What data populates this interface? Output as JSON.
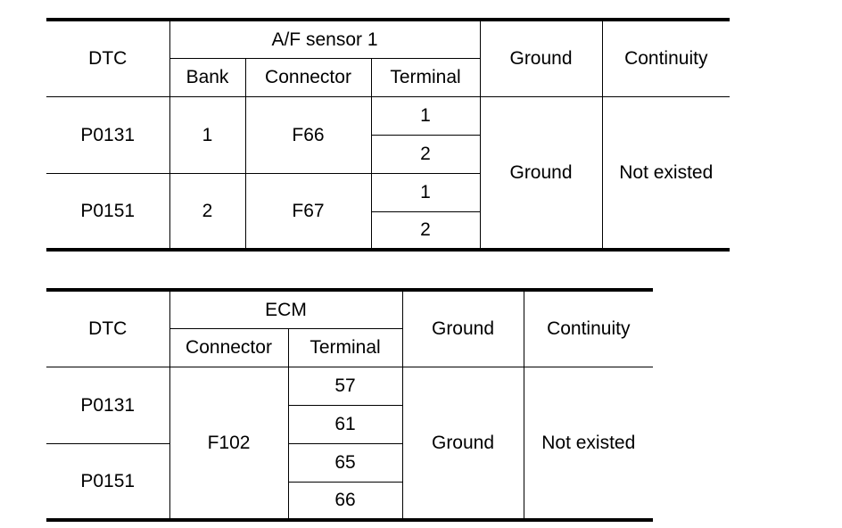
{
  "af_table": {
    "headers": {
      "dtc": "DTC",
      "group": "A/F sensor 1",
      "bank": "Bank",
      "connector": "Connector",
      "terminal": "Terminal",
      "ground": "Ground",
      "continuity": "Continuity"
    },
    "rows": [
      {
        "dtc": "P0131",
        "bank": "1",
        "connector": "F66",
        "terminals": [
          "1",
          "2"
        ]
      },
      {
        "dtc": "P0151",
        "bank": "2",
        "connector": "F67",
        "terminals": [
          "1",
          "2"
        ]
      }
    ],
    "ground": "Ground",
    "continuity": "Not existed"
  },
  "ecm_table": {
    "headers": {
      "dtc": "DTC",
      "group": "ECM",
      "connector": "Connector",
      "terminal": "Terminal",
      "ground": "Ground",
      "continuity": "Continuity"
    },
    "dtcs": [
      "P0131",
      "P0151"
    ],
    "connector": "F102",
    "terminals": [
      "57",
      "61",
      "65",
      "66"
    ],
    "ground": "Ground",
    "continuity": "Not existed"
  }
}
